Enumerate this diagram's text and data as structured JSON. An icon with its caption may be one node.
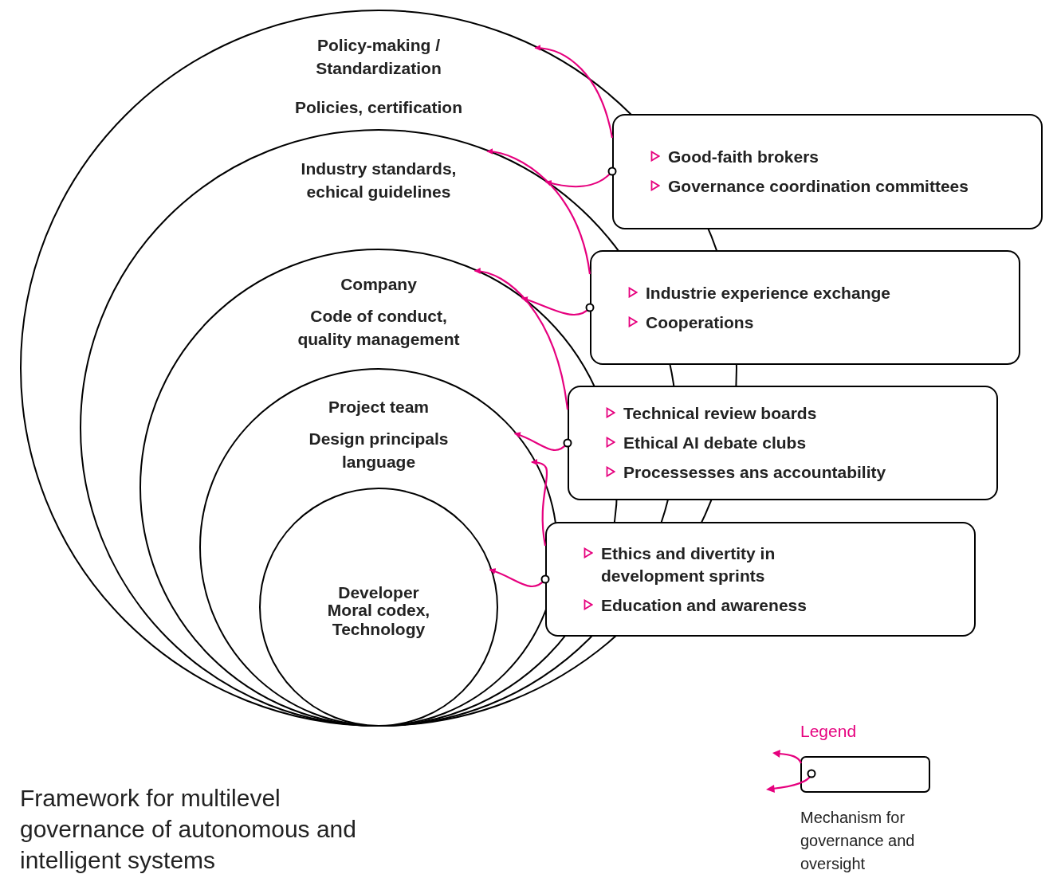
{
  "diagram": {
    "caption": "Framework for multilevel governance of autonomous and intelligent systems",
    "nodes": [
      {
        "text": [
          "Policy-making / Standardization",
          "Policies, certification"
        ]
      },
      {
        "text": [
          "Industry standards, echical guidelines"
        ],
        "in": 0
      },
      {
        "text": [
          "Company",
          "Code of conduct, quality management"
        ],
        "in": 1
      },
      {
        "text": [
          "Project team",
          "Design principals language"
        ],
        "in": 2
      },
      {
        "text": [
          "Developer",
          "Moral codex, Technology"
        ],
        "in": 3
      },
      {
        "text": [
          "Good-faith brokers",
          "Governance coordination committees"
        ]
      },
      {
        "text": [
          "Industrie experience exchange",
          "Cooperations"
        ]
      },
      {
        "text": [
          "Technical review boards",
          "Ethical AI debate clubs",
          "Processesses ans accountability"
        ]
      },
      {
        "text": [
          "Ethics and divertity in development sprints",
          "Education and awareness"
        ]
      }
    ],
    "edges": [
      {
        "from": 5,
        "to": 0,
        "arrow": "to"
      },
      {
        "from": 5,
        "to": 1,
        "arrow": "to"
      },
      {
        "from": 6,
        "to": 1,
        "arrow": "to"
      },
      {
        "from": 6,
        "to": 2,
        "arrow": "to"
      },
      {
        "from": 7,
        "to": 2,
        "arrow": "to"
      },
      {
        "from": 7,
        "to": 3,
        "arrow": "to"
      },
      {
        "from": 8,
        "to": 3,
        "arrow": "to"
      },
      {
        "from": 8,
        "to": 4,
        "arrow": "to"
      }
    ],
    "labels": [
      "Legend"
    ],
    "legend": [
      {
        "text": "Mechanism for governance and oversight"
      }
    ]
  }
}
